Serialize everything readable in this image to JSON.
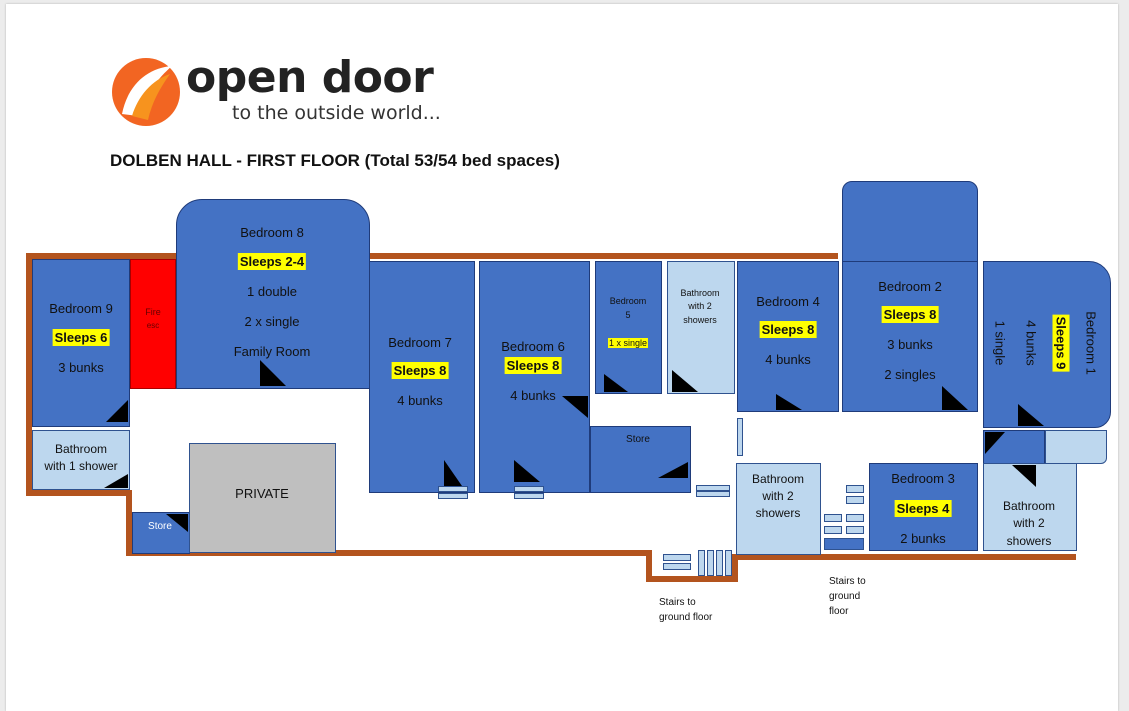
{
  "brand": {
    "name": "open door",
    "tagline": "to the outside world..."
  },
  "plan": {
    "title": "DOLBEN HALL - FIRST FLOOR (Total 53/54 bed spaces)"
  },
  "colors": {
    "room": "#4472c4",
    "light_room": "#bdd7ee",
    "fire_escape": "#ff0000",
    "private": "#bfbfbf",
    "wall": "#b3541e",
    "sleeps_highlight": "#ffff00",
    "logo_orange": "#f26522"
  },
  "rooms": {
    "bedroom9": {
      "name": "Bedroom 9",
      "sleeps": "Sleeps 6",
      "beds": "3 bunks"
    },
    "fire_escape": {
      "line1": "Fire",
      "line2": "esc"
    },
    "bedroom8": {
      "name": "Bedroom 8",
      "sleeps": "Sleeps 2-4",
      "line1": "1 double",
      "line2": "2 x single",
      "line3": "Family Room"
    },
    "bedroom7": {
      "name": "Bedroom 7",
      "sleeps": "Sleeps 8",
      "beds": "4 bunks"
    },
    "bedroom6": {
      "name": "Bedroom 6",
      "sleeps": "Sleeps 8",
      "beds": "4 bunks"
    },
    "bedroom5": {
      "name_line1": "Bedroom",
      "name_line2": "5",
      "beds": "1 x single"
    },
    "bathroom_top": {
      "line1": "Bathroom",
      "line2": "with 2",
      "line3": "showers"
    },
    "bedroom4": {
      "name": "Bedroom 4",
      "sleeps": "Sleeps 8",
      "beds": "4 bunks"
    },
    "bedroom2": {
      "name": "Bedroom 2",
      "sleeps": "Sleeps 8",
      "line1": "3 bunks",
      "line2": "2 singles"
    },
    "bedroom1": {
      "name": "Bedroom 1",
      "sleeps": "Sleeps 9",
      "line1": "4 bunks",
      "line2": "1 single"
    },
    "bathroom9": {
      "line1": "Bathroom",
      "line2": "with 1 shower"
    },
    "store_left": {
      "label": "Store"
    },
    "private": {
      "label": "PRIVATE"
    },
    "store_mid": {
      "label": "Store"
    },
    "bathroom_mid": {
      "line1": "Bathroom",
      "line2": "with 2",
      "line3": "showers"
    },
    "bedroom3": {
      "name": "Bedroom 3",
      "sleeps": "Sleeps 4",
      "beds": "2 bunks"
    },
    "bathroom_right": {
      "line1": "Bathroom",
      "line2": "with 2",
      "line3": "showers"
    }
  },
  "stairs": {
    "left": {
      "line1": "Stairs to",
      "line2": "ground floor"
    },
    "right": {
      "line1": "Stairs to",
      "line2": "ground",
      "line3": "floor"
    }
  }
}
